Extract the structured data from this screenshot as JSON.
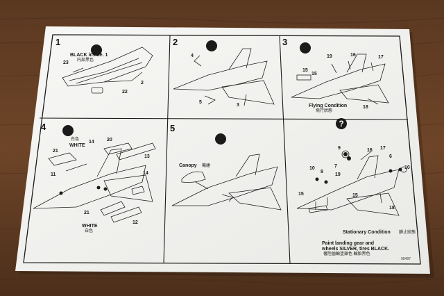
{
  "steps": [
    {
      "number": "1",
      "labels": [
        "BLACK inside. 1",
        "内部黑色",
        "23",
        "2",
        "22"
      ]
    },
    {
      "number": "2",
      "labels": [
        "4",
        "5",
        "3"
      ]
    },
    {
      "number": "3",
      "labels": [
        "19",
        "16",
        "17",
        "15",
        "15",
        "18",
        "Flying Condition",
        "飛行狀態"
      ]
    },
    {
      "number": "4",
      "labels": [
        "白色",
        "WHITE",
        "14",
        "20",
        "21",
        "13",
        "11",
        "14",
        "21",
        "WHITE",
        "白色",
        "12"
      ]
    },
    {
      "number": "5",
      "labels": [
        "Canopy",
        "機艙"
      ]
    },
    {
      "number": "",
      "labels": [
        "9",
        "16",
        "17",
        "6",
        "10",
        "8",
        "7",
        "19",
        "10",
        "15",
        "15",
        "18",
        "Stationary Condition",
        "靜止狀態"
      ]
    }
  ],
  "notes": {
    "paint_line1": "Paint landing gear and",
    "paint_line2": "wheels SILVER, tires BLACK.",
    "paint_cn": "著陸齒輪塗銀色 輪胎黑色",
    "code": "99497"
  },
  "icons": [
    "glue-icon",
    "glue-icon",
    "glue-icon",
    "glue-icon",
    "glue-icon",
    "question-icon"
  ],
  "colors": {
    "table": "#6b4326",
    "paper": "#f4f4f2",
    "ink": "#1a1a1a"
  }
}
